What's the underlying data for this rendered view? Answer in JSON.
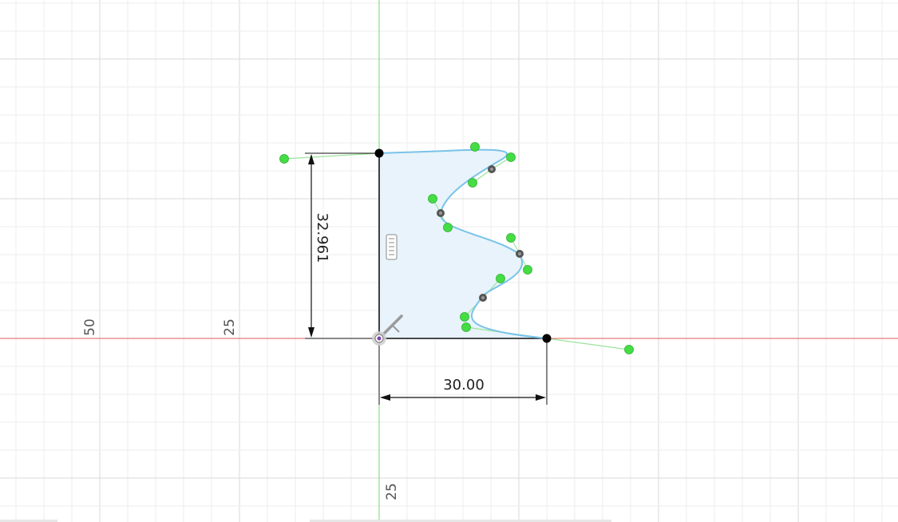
{
  "viewport": {
    "axis_labels": {
      "x_neg_50": "50",
      "x_neg_25": "25",
      "y_neg_25": "25"
    },
    "dimensions": {
      "height_value": "32.961",
      "width_value": "30.00"
    },
    "colors": {
      "grid_minor": "#eeeeee",
      "grid_major": "#d9d9d9",
      "x_axis": "#e05a5a",
      "y_axis": "#6fd86f",
      "profile_fill": "#e8f3fb",
      "spline": "#79c3e8",
      "control_point": "#44dd44",
      "fit_point": "#555555",
      "handle_line": "#9be49b",
      "endpoint": "#000000"
    },
    "icons": {
      "constraint": "fix-constraint-icon",
      "origin": "sketch-origin-icon"
    }
  }
}
